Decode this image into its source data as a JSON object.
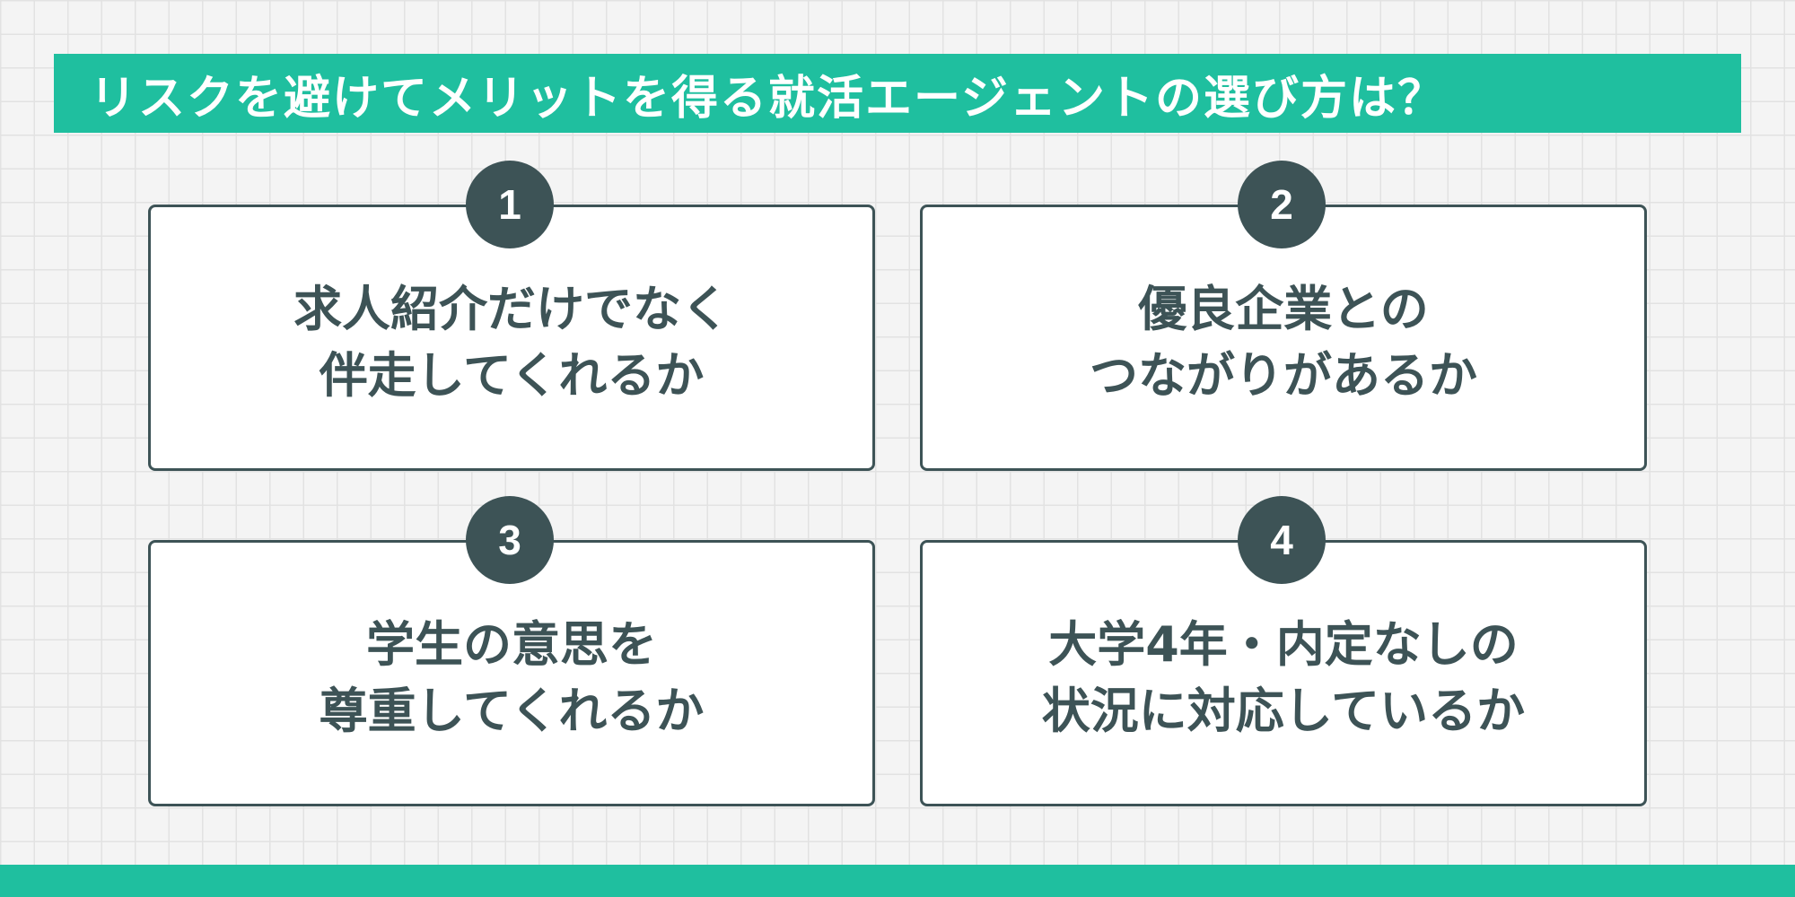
{
  "title": "リスクを避けてメリットを得る就活エージェントの選び方は？",
  "items": [
    {
      "number": "1",
      "line1": "求人紹介だけでなく",
      "line2": "伴走してくれるか"
    },
    {
      "number": "2",
      "line1": "優良企業との",
      "line2": "つながりがあるか"
    },
    {
      "number": "3",
      "line1": "学生の意思を",
      "line2": "尊重してくれるか"
    },
    {
      "number": "4",
      "line1": "大学4年・内定なしの",
      "line2": "状況に対応しているか"
    }
  ],
  "colors": {
    "accent": "#1fbf9f",
    "dark": "#3d5356",
    "card": "#ffffff"
  }
}
